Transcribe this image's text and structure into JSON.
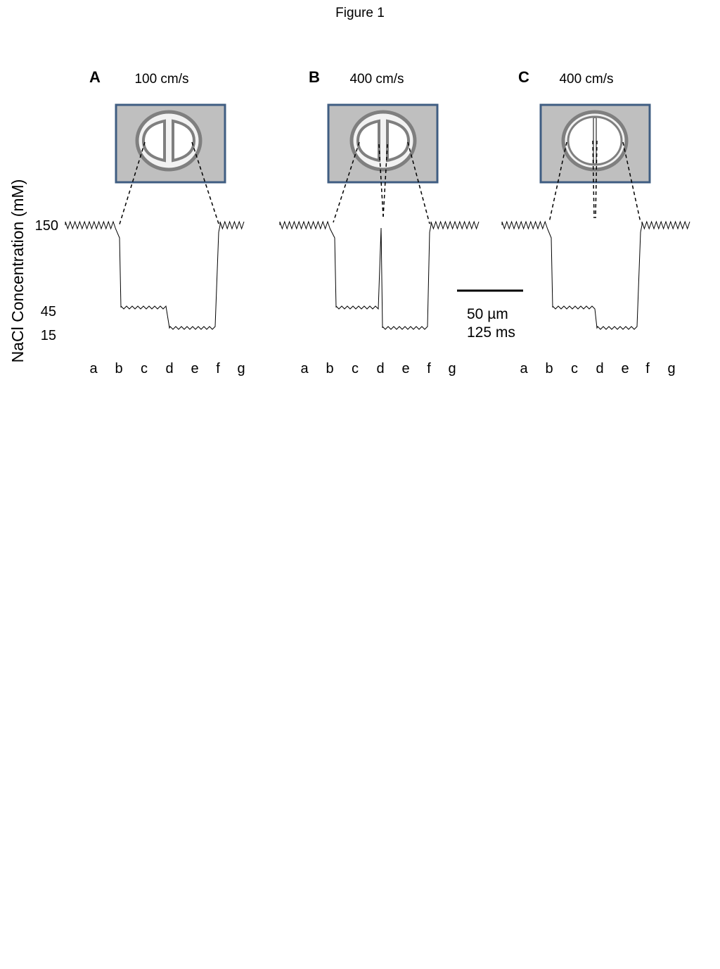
{
  "figure": {
    "title": "Figure 1",
    "y_axis_label": "NaCl Concentration (mM)",
    "y_ticks": [
      "150",
      "45",
      "15"
    ],
    "x_categories": [
      "a",
      "b",
      "c",
      "d",
      "e",
      "f",
      "g"
    ],
    "scale_bar": {
      "length_label": "50 µm",
      "time_label": "125 ms"
    },
    "panels": [
      {
        "letter": "A",
        "speed": "100 cm/s",
        "channel_style": "double-d"
      },
      {
        "letter": "B",
        "speed": "400 cm/s",
        "channel_style": "double-d"
      },
      {
        "letter": "C",
        "speed": "400 cm/s",
        "channel_style": "split-ring"
      }
    ],
    "colors": {
      "box_fill": "#bfbfbf",
      "box_border": "#3f5d82",
      "channel_stroke": "#7f7f7f",
      "channel_fill": "#f2f2f2",
      "trace": "#000000"
    }
  },
  "chart_data": [
    {
      "type": "line",
      "panel": "A",
      "x": [
        "a",
        "b",
        "c",
        "d",
        "e",
        "f",
        "g"
      ],
      "ylabel": "NaCl Concentration (mM)",
      "series": [
        {
          "values": [
            150,
            150,
            45,
            15,
            15,
            150,
            150
          ]
        }
      ]
    },
    {
      "type": "line",
      "panel": "B",
      "x": [
        "a",
        "b",
        "c",
        "d",
        "e",
        "f",
        "g"
      ],
      "ylabel": "NaCl Concentration (mM)",
      "series": [
        {
          "values": [
            150,
            150,
            45,
            15,
            15,
            150,
            150
          ]
        }
      ]
    },
    {
      "type": "line",
      "panel": "C",
      "x": [
        "a",
        "b",
        "c",
        "d",
        "e",
        "f",
        "g"
      ],
      "ylabel": "NaCl Concentration (mM)",
      "series": [
        {
          "values": [
            150,
            150,
            45,
            15,
            15,
            150,
            150
          ]
        }
      ]
    }
  ]
}
